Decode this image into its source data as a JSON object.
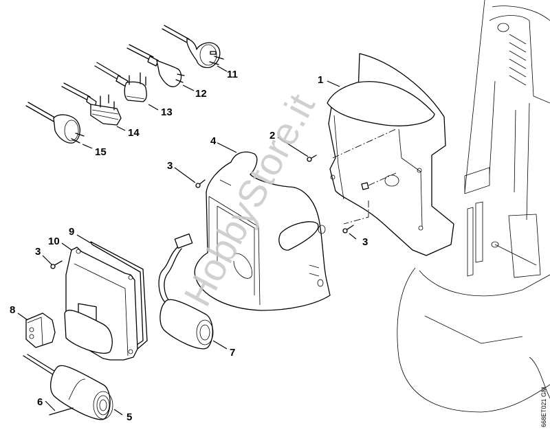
{
  "diagram": {
    "type": "exploded-parts-diagram",
    "reference_code": "668ET021 GM",
    "watermark": "HobbyStore.it",
    "callouts": [
      {
        "id": "c1",
        "number": "1",
        "part": "cover-hood"
      },
      {
        "id": "c2",
        "number": "2",
        "part": "screw"
      },
      {
        "id": "c3a",
        "number": "3",
        "part": "screw"
      },
      {
        "id": "c3b",
        "number": "3",
        "part": "screw"
      },
      {
        "id": "c3c",
        "number": "3",
        "part": "screw"
      },
      {
        "id": "c4",
        "number": "4",
        "part": "motor-housing"
      },
      {
        "id": "c5",
        "number": "5",
        "part": "capacitor"
      },
      {
        "id": "c6",
        "number": "6",
        "part": "cable-tie"
      },
      {
        "id": "c7",
        "number": "7",
        "part": "capacitor-with-connector"
      },
      {
        "id": "c8",
        "number": "8",
        "part": "rocker-switch"
      },
      {
        "id": "c9",
        "number": "9",
        "part": "gasket"
      },
      {
        "id": "c10",
        "number": "10",
        "part": "switch-box-cover"
      },
      {
        "id": "c11",
        "number": "11",
        "part": "power-cord-schuko-plug"
      },
      {
        "id": "c12",
        "number": "12",
        "part": "power-cord-au-plug"
      },
      {
        "id": "c13",
        "number": "13",
        "part": "power-cord-three-pin-round-plug"
      },
      {
        "id": "c14",
        "number": "14",
        "part": "power-cord-three-pin-square-plug"
      },
      {
        "id": "c15",
        "number": "15",
        "part": "power-cord-round-plug"
      }
    ]
  }
}
